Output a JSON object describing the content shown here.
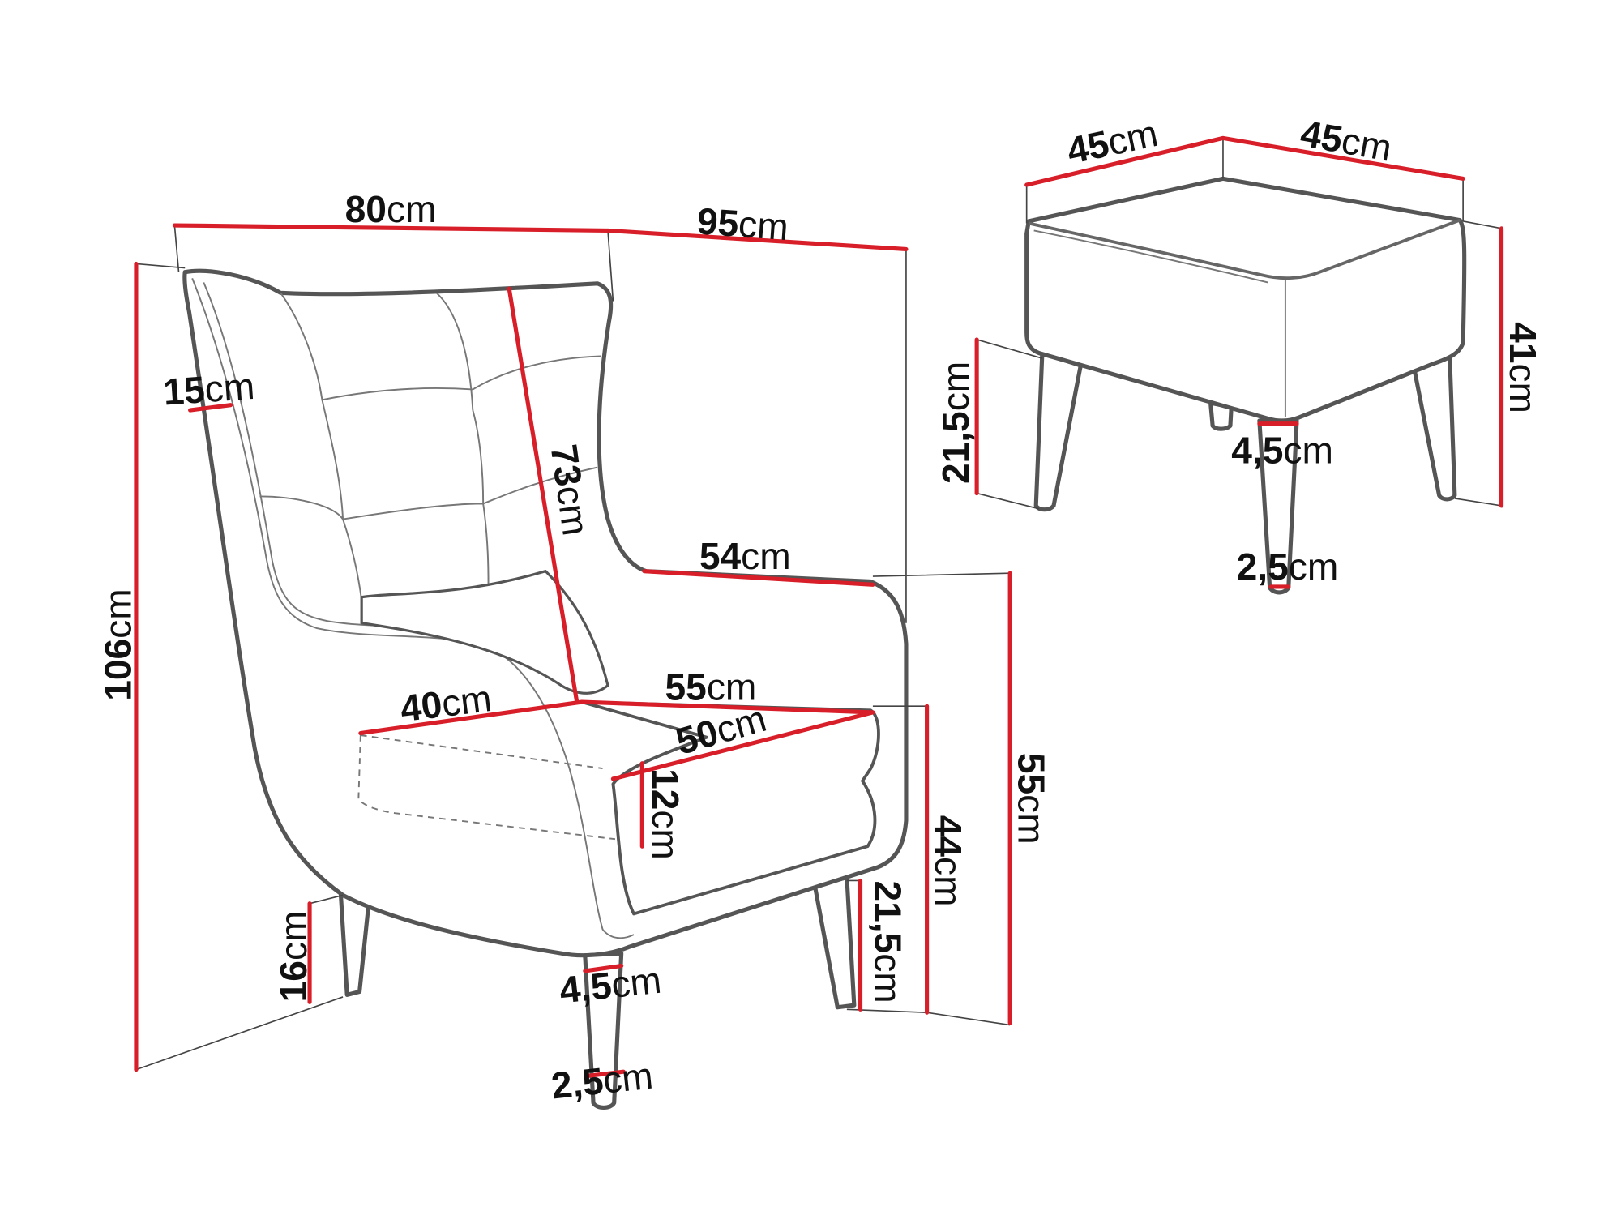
{
  "colors": {
    "dimension_line": "#d81e28",
    "outline": "#555555"
  },
  "armchair": {
    "width": {
      "num": "80",
      "unit": "cm"
    },
    "depth": {
      "num": "95",
      "unit": "cm"
    },
    "height": {
      "num": "106",
      "unit": "cm"
    },
    "wing_thickness": {
      "num": "15",
      "unit": "cm"
    },
    "backrest_height": {
      "num": "73",
      "unit": "cm"
    },
    "armrest_length": {
      "num": "54",
      "unit": "cm"
    },
    "seat_depth": {
      "num": "55",
      "unit": "cm"
    },
    "seat_width_back": {
      "num": "40",
      "unit": "cm"
    },
    "seat_width_front": {
      "num": "50",
      "unit": "cm"
    },
    "cushion_thickness": {
      "num": "12",
      "unit": "cm"
    },
    "seat_height": {
      "num": "44",
      "unit": "cm"
    },
    "armrest_height": {
      "num": "55",
      "unit": "cm"
    },
    "leg_height_front": {
      "num": "21,5",
      "unit": "cm"
    },
    "leg_height_back": {
      "num": "16",
      "unit": "cm"
    },
    "leg_top_diameter": {
      "num": "4,5",
      "unit": "cm"
    },
    "leg_bottom_diameter": {
      "num": "2,5",
      "unit": "cm"
    }
  },
  "ottoman": {
    "width": {
      "num": "45",
      "unit": "cm"
    },
    "depth": {
      "num": "45",
      "unit": "cm"
    },
    "height": {
      "num": "41",
      "unit": "cm"
    },
    "leg_height": {
      "num": "21,5",
      "unit": "cm"
    },
    "leg_top_diameter": {
      "num": "4,5",
      "unit": "cm"
    },
    "leg_bottom_diameter": {
      "num": "2,5",
      "unit": "cm"
    }
  }
}
